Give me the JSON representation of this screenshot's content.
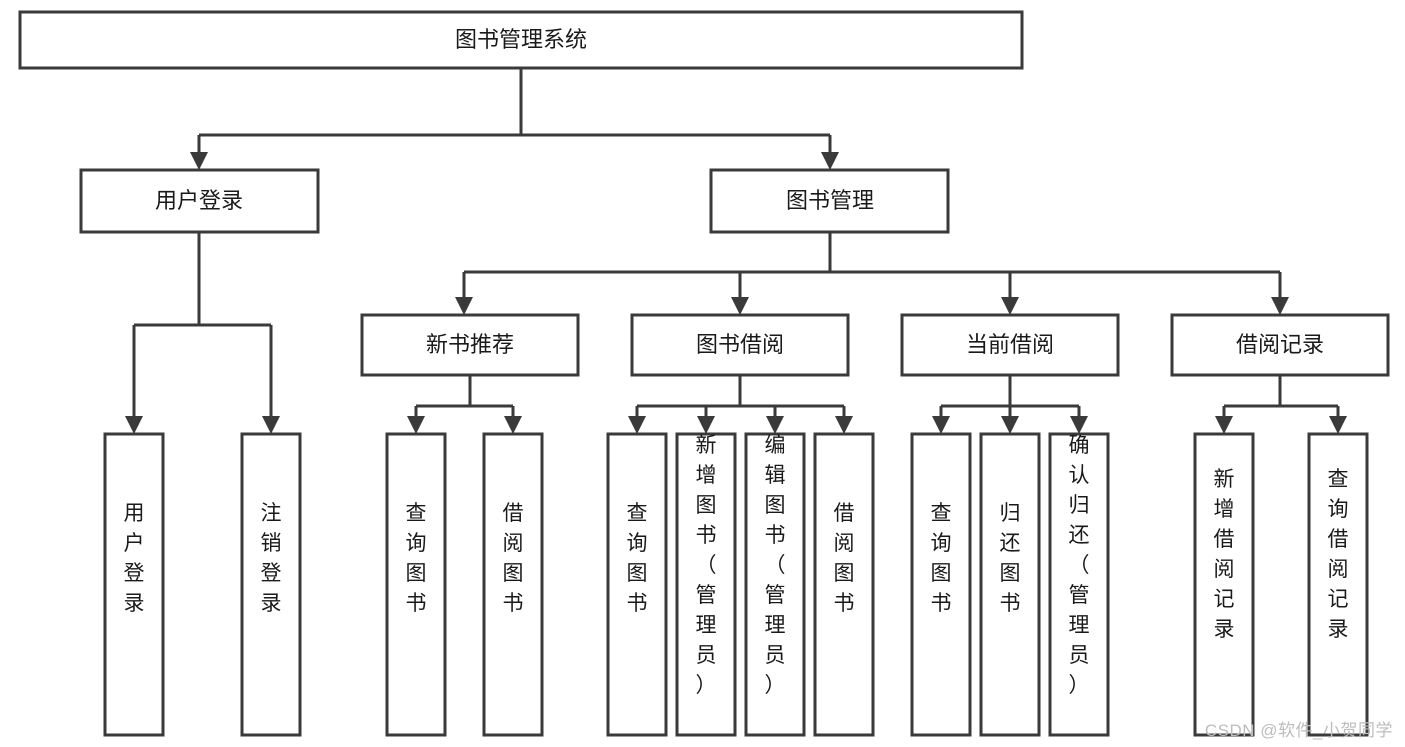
{
  "diagram": {
    "type": "hierarchy-tree",
    "title": "图书管理系统",
    "watermark": "CSDN @软件_小贺同学",
    "colors": {
      "stroke": "#3a3a3a",
      "fill": "#ffffff",
      "text": "#1a1a1a",
      "watermark": "#bdbdbd",
      "background": "#ffffff"
    },
    "levels": {
      "root": {
        "label": "图书管理系统"
      },
      "level2": [
        {
          "label": "用户登录"
        },
        {
          "label": "图书管理"
        }
      ],
      "level3": [
        {
          "label": "新书推荐"
        },
        {
          "label": "图书借阅"
        },
        {
          "label": "当前借阅"
        },
        {
          "label": "借阅记录"
        }
      ],
      "leaves": {
        "user_login": [
          {
            "label": "用户登录"
          },
          {
            "label": "注销登录"
          }
        ],
        "new_book": [
          {
            "label": "查询图书"
          },
          {
            "label": "借阅图书"
          }
        ],
        "book_borrow": [
          {
            "label": "查询图书"
          },
          {
            "label": "新增图书（管理员）"
          },
          {
            "label": "编辑图书（管理员）"
          },
          {
            "label": "借阅图书"
          }
        ],
        "current_borrow": [
          {
            "label": "查询图书"
          },
          {
            "label": "归还图书"
          },
          {
            "label": "确认归还（管理员）"
          }
        ],
        "borrow_record": [
          {
            "label": "新增借阅记录"
          },
          {
            "label": "查询借阅记录"
          }
        ]
      }
    }
  }
}
